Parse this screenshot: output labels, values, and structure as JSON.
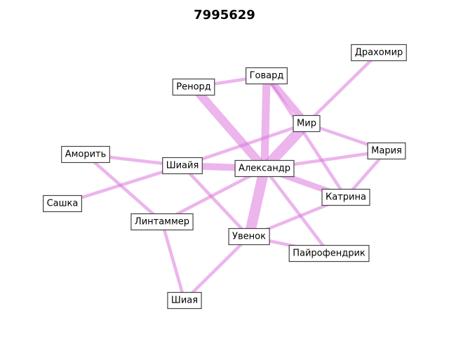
{
  "title": "7995629",
  "colors": {
    "edge": "#dc78dc",
    "node_border": "#444444",
    "node_fill": "#ffffff"
  },
  "nodes": [
    {
      "id": "drakhomir",
      "label": "Драхомир"
    },
    {
      "id": "govard",
      "label": "Говард"
    },
    {
      "id": "renord",
      "label": "Ренорд"
    },
    {
      "id": "mir",
      "label": "Мир"
    },
    {
      "id": "mariya",
      "label": "Мария"
    },
    {
      "id": "amorit",
      "label": "Аморить"
    },
    {
      "id": "shiayy",
      "label": "Шиайя"
    },
    {
      "id": "aleksandr",
      "label": "Александр"
    },
    {
      "id": "katrina",
      "label": "Катрина"
    },
    {
      "id": "sashka",
      "label": "Сашка"
    },
    {
      "id": "lintammer",
      "label": "Линтаммер"
    },
    {
      "id": "uvenok",
      "label": "Увенок"
    },
    {
      "id": "payrofendrik",
      "label": "Пайрофендрик"
    },
    {
      "id": "shiaya",
      "label": "Шиая"
    }
  ],
  "edges": [
    {
      "source": "aleksandr",
      "target": "renord",
      "weight": 8
    },
    {
      "source": "aleksandr",
      "target": "govard",
      "weight": 7
    },
    {
      "source": "aleksandr",
      "target": "mir",
      "weight": 10
    },
    {
      "source": "aleksandr",
      "target": "uvenok",
      "weight": 10
    },
    {
      "source": "aleksandr",
      "target": "shiayy",
      "weight": 6
    },
    {
      "source": "aleksandr",
      "target": "katrina",
      "weight": 5
    },
    {
      "source": "aleksandr",
      "target": "mariya",
      "weight": 2
    },
    {
      "source": "aleksandr",
      "target": "payrofendrik",
      "weight": 2
    },
    {
      "source": "aleksandr",
      "target": "lintammer",
      "weight": 2
    },
    {
      "source": "renord",
      "target": "govard",
      "weight": 2
    },
    {
      "source": "govard",
      "target": "mir",
      "weight": 6
    },
    {
      "source": "govard",
      "target": "katrina",
      "weight": 2
    },
    {
      "source": "mir",
      "target": "drakhomir",
      "weight": 2
    },
    {
      "source": "mir",
      "target": "mariya",
      "weight": 2
    },
    {
      "source": "mir",
      "target": "shiayy",
      "weight": 2
    },
    {
      "source": "mariya",
      "target": "katrina",
      "weight": 2
    },
    {
      "source": "amorit",
      "target": "shiayy",
      "weight": 2
    },
    {
      "source": "amorit",
      "target": "lintammer",
      "weight": 2
    },
    {
      "source": "shiayy",
      "target": "sashka",
      "weight": 2
    },
    {
      "source": "shiayy",
      "target": "uvenok",
      "weight": 2
    },
    {
      "source": "katrina",
      "target": "uvenok",
      "weight": 2
    },
    {
      "source": "uvenok",
      "target": "payrofendrik",
      "weight": 2
    },
    {
      "source": "uvenok",
      "target": "shiaya",
      "weight": 2
    },
    {
      "source": "lintammer",
      "target": "shiaya",
      "weight": 2
    }
  ]
}
